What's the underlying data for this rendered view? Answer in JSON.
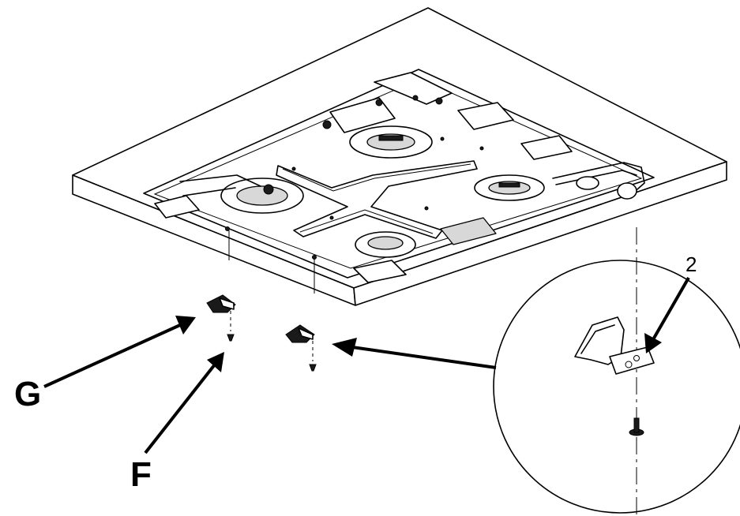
{
  "callouts": {
    "g": "G",
    "f": "F",
    "part_2": "2"
  },
  "colors": {
    "line": "#000000",
    "background": "#ffffff",
    "shade": "#d8d8d8"
  },
  "icons": {
    "arrows": "arrow-icon",
    "screw": "screw-icon",
    "bracket": "bracket-icon"
  }
}
